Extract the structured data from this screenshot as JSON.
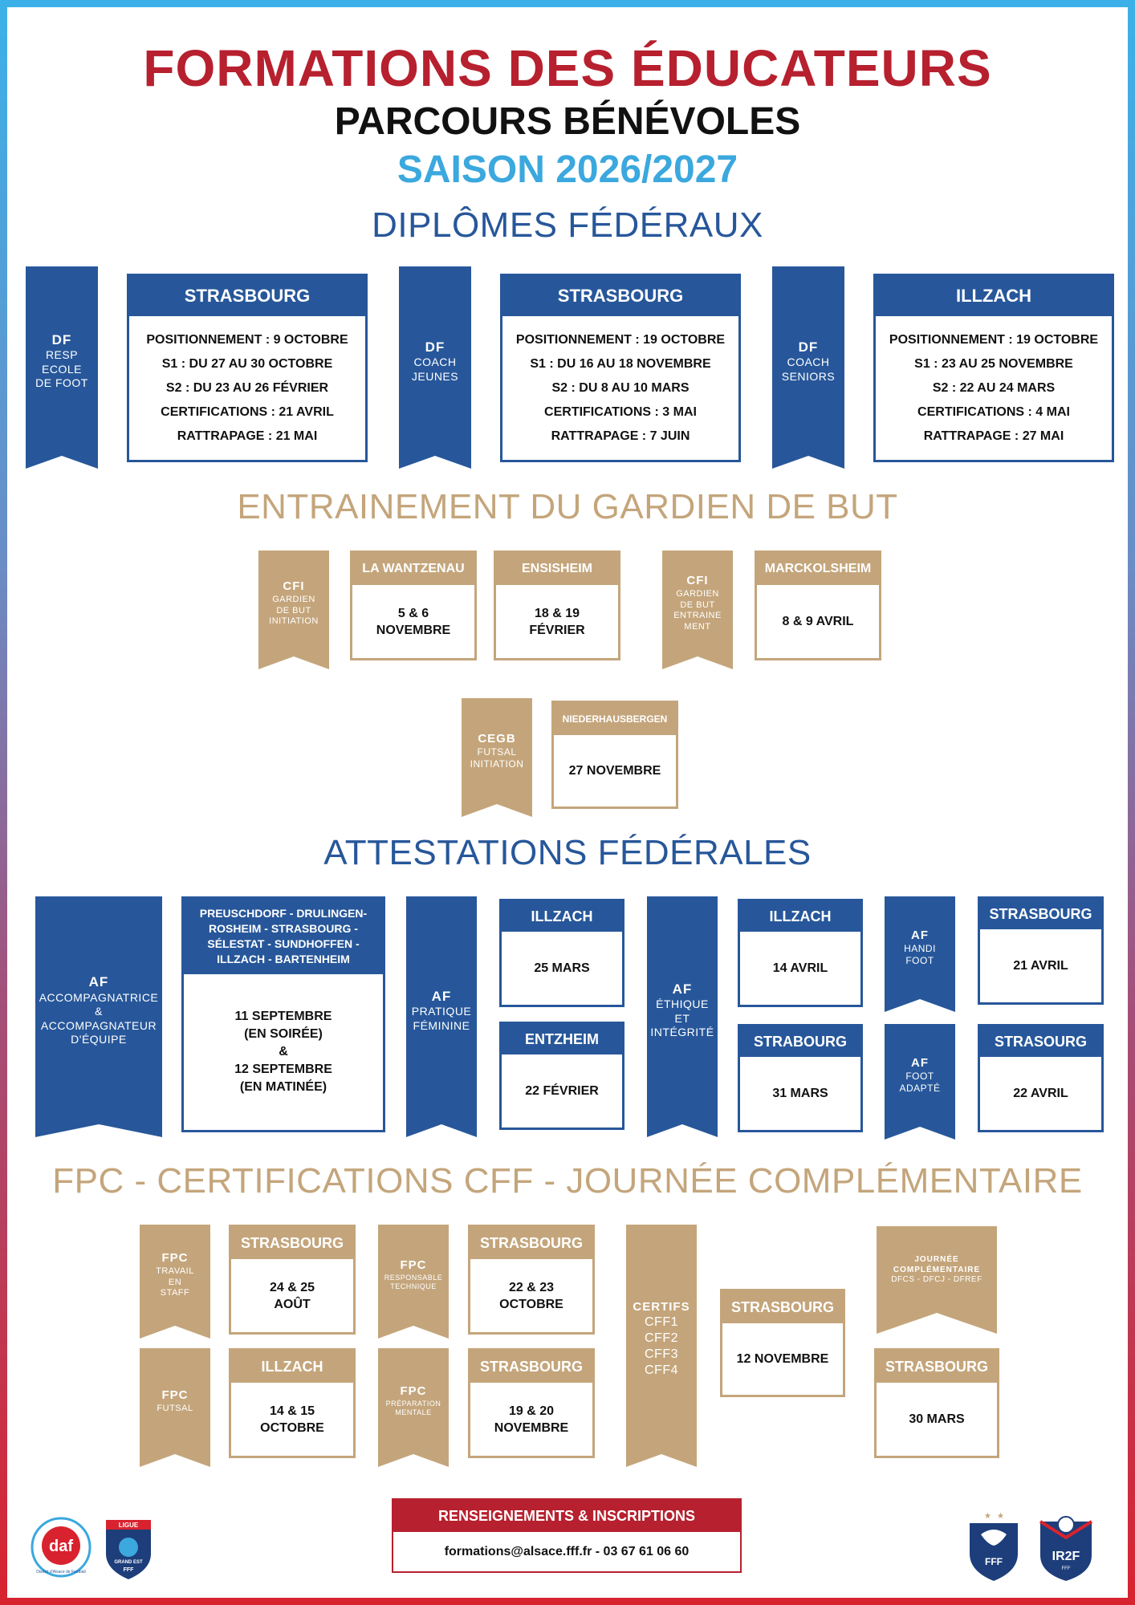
{
  "header": {
    "title": "FORMATIONS DES ÉDUCATEURS",
    "subtitle": "PARCOURS BÉNÉVOLES",
    "season": "SAISON 2026/2027"
  },
  "colors": {
    "red": "#b7202e",
    "blue": "#27579a",
    "sky": "#3ba8de",
    "gold": "#c4a57b"
  },
  "sections": {
    "df": "DIPLÔMES FÉDÉRAUX",
    "egb": "ENTRAINEMENT DU GARDIEN DE BUT",
    "af": "ATTESTATIONS FÉDÉRALES",
    "fpc": "FPC - CERTIFICATIONS CFF - JOURNÉE COMPLÉMENTAIRE"
  },
  "df": {
    "ribbons": [
      {
        "title": "DF",
        "lines": [
          "RESP",
          "ECOLE",
          "DE FOOT"
        ]
      },
      {
        "title": "DF",
        "lines": [
          "COACH",
          "JEUNES"
        ]
      },
      {
        "title": "DF",
        "lines": [
          "COACH",
          "SENIORS"
        ]
      }
    ],
    "cards": [
      {
        "place": "STRASBOURG",
        "lines": [
          "POSITIONNEMENT : 9 OCTOBRE",
          "S1 : DU 27 AU 30 OCTOBRE",
          "S2 : DU 23 AU 26 FÉVRIER",
          "CERTIFICATIONS : 21 AVRIL",
          "RATTRAPAGE : 21 MAI"
        ]
      },
      {
        "place": "STRASBOURG",
        "lines": [
          "POSITIONNEMENT : 19 OCTOBRE",
          "S1 : DU 16 AU 18 NOVEMBRE",
          "S2 : DU 8 AU 10 MARS",
          "CERTIFICATIONS : 3 MAI",
          "RATTRAPAGE : 7 JUIN"
        ]
      },
      {
        "place": "ILLZACH",
        "lines": [
          "POSITIONNEMENT : 19 OCTOBRE",
          "S1 : 23 AU 25 NOVEMBRE",
          "S2 : 22 AU 24 MARS",
          "CERTIFICATIONS : 4 MAI",
          "RATTRAPAGE : 27 MAI"
        ]
      }
    ]
  },
  "egb": {
    "ribbons": [
      {
        "title": "CFI",
        "lines": [
          "GARDIEN",
          "DE BUT",
          "INITIATION"
        ]
      },
      {
        "title": "CFI",
        "lines": [
          "GARDIEN",
          "DE BUT",
          "ENTRAINE",
          "MENT"
        ]
      },
      {
        "title": "CEGB",
        "lines": [
          "FUTSAL",
          "INITIATION"
        ]
      }
    ],
    "cards": [
      {
        "place": "LA WANTZENAU",
        "lines": [
          "5 & 6",
          "NOVEMBRE"
        ]
      },
      {
        "place": "ENSISHEIM",
        "lines": [
          "18 & 19",
          "FÉVRIER"
        ]
      },
      {
        "place": "MARCKOLSHEIM",
        "lines": [
          "8 & 9 AVRIL"
        ]
      },
      {
        "place": "NIEDERHAUSBERGEN",
        "lines": [
          "27 NOVEMBRE"
        ]
      }
    ]
  },
  "af": {
    "ribbons": [
      {
        "title": "AF",
        "lines": [
          "ACCOMPAGNATRICE",
          "&",
          "ACCOMPAGNATEUR",
          "D'ÉQUIPE"
        ]
      },
      {
        "title": "AF",
        "lines": [
          "PRATIQUE",
          "FÉMININE"
        ]
      },
      {
        "title": "AF",
        "lines": [
          "ÉTHIQUE",
          "ET",
          "INTÉGRITÉ"
        ]
      },
      {
        "title": "AF",
        "lines": [
          "HANDI",
          "FOOT"
        ]
      },
      {
        "title": "AF",
        "lines": [
          "FOOT",
          "ADAPTÉ"
        ]
      }
    ],
    "cards": [
      {
        "place": "PREUSCHDORF - DRULINGEN-ROSHEIM - STRASBOURG - SÉLESTAT - SUNDHOFFEN - ILLZACH - BARTENHEIM",
        "lines": [
          "11 SEPTEMBRE",
          "(EN SOIRÉE)",
          "&",
          "12 SEPTEMBRE",
          "(EN MATINÉE)"
        ]
      },
      {
        "place": "ILLZACH",
        "lines": [
          "25 MARS"
        ]
      },
      {
        "place": "ENTZHEIM",
        "lines": [
          "22 FÉVRIER"
        ]
      },
      {
        "place": "ILLZACH",
        "lines": [
          "14 AVRIL"
        ]
      },
      {
        "place": "STRABOURG",
        "lines": [
          "31 MARS"
        ]
      },
      {
        "place": "STRASBOURG",
        "lines": [
          "21 AVRIL"
        ]
      },
      {
        "place": "STRASOURG",
        "lines": [
          "22 AVRIL"
        ]
      }
    ]
  },
  "fpc": {
    "ribbons": [
      {
        "title": "FPC",
        "lines": [
          "TRAVAIL",
          "EN",
          "STAFF"
        ]
      },
      {
        "title": "FPC",
        "lines": [
          "RESPONSABLE",
          "TECHNIQUE"
        ]
      },
      {
        "title": "FPC",
        "lines": [
          "FUTSAL"
        ]
      },
      {
        "title": "FPC",
        "lines": [
          "PRÉPARATION",
          "MENTALE"
        ]
      },
      {
        "title": "CERTIFS",
        "lines": [
          "CFF1",
          "CFF2",
          "CFF3",
          "CFF4"
        ]
      },
      {
        "title": "JOURNÉE COMPLÉMENTAIRE",
        "lines": [
          "DFCS - DFCJ - DFREF"
        ]
      }
    ],
    "cards": [
      {
        "place": "STRASBOURG",
        "lines": [
          "24 & 25",
          "AOÛT"
        ]
      },
      {
        "place": "STRASBOURG",
        "lines": [
          "22 & 23",
          "OCTOBRE"
        ]
      },
      {
        "place": "ILLZACH",
        "lines": [
          "14 & 15",
          "OCTOBRE"
        ]
      },
      {
        "place": "STRASBOURG",
        "lines": [
          "19 & 20",
          "NOVEMBRE"
        ]
      },
      {
        "place": "STRASBOURG",
        "lines": [
          "12 NOVEMBRE"
        ]
      },
      {
        "place": "STRASBOURG",
        "lines": [
          "30 MARS"
        ]
      }
    ]
  },
  "contact": {
    "heading": "RENSEIGNEMENTS & INSCRIPTIONS",
    "info": "formations@alsace.fff.fr - 03 67 61 06 60"
  },
  "logos": {
    "daf": "daf",
    "daf_caption": "District d'Alsace de Football",
    "ligue_top": "LIGUE",
    "ligue_mid": "GRAND EST",
    "ligue_bottom": "FFF",
    "fff": "FFF",
    "ir2f": "IR2F",
    "ir2f_sub": "FFF"
  }
}
